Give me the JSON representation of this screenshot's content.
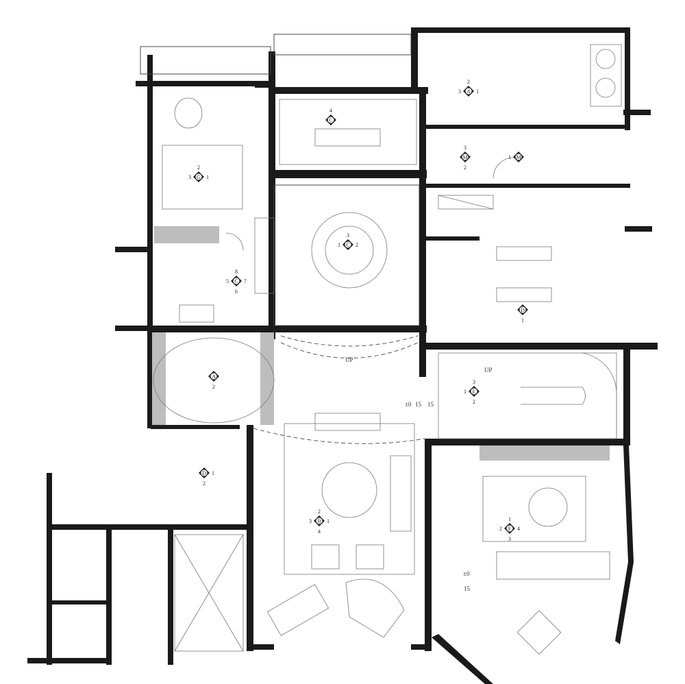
{
  "plan": {
    "markers": [
      {
        "letter": "G",
        "top": "2",
        "left": "3",
        "right": "1",
        "bottom": ""
      },
      {
        "letter": "C",
        "top": "4",
        "left": "",
        "right": "",
        "bottom": ""
      },
      {
        "letter": "A",
        "top": "2",
        "left": "3",
        "right": "1",
        "bottom": ""
      },
      {
        "letter": "M",
        "top": "3",
        "left": "",
        "right": "",
        "bottom": "2"
      },
      {
        "letter": "M",
        "top": "",
        "left": "1",
        "right": "",
        "bottom": ""
      },
      {
        "letter": "C",
        "top": "3",
        "left": "1",
        "right": "2",
        "bottom": ""
      },
      {
        "letter": "C",
        "top": "8",
        "left": "5",
        "right": "7",
        "bottom": "6"
      },
      {
        "letter": "D",
        "top": "",
        "left": "",
        "right": "",
        "bottom": "1"
      },
      {
        "letter": "A",
        "top": "",
        "left": "",
        "right": "",
        "bottom": "2"
      },
      {
        "letter": "E",
        "top": "3",
        "left": "1",
        "right": "",
        "bottom": "2"
      },
      {
        "letter": "D",
        "top": "",
        "left": "",
        "right": "1",
        "bottom": "2"
      },
      {
        "letter": "B",
        "top": "2",
        "left": "3",
        "right": "1",
        "bottom": "4"
      },
      {
        "letter": "F",
        "top": "1",
        "left": "2",
        "right": "4",
        "bottom": "3"
      }
    ],
    "labels": {
      "up_dining": "UP",
      "up_stair": "UP",
      "level_living": "±0",
      "step_living": "15",
      "level_hall": "±0",
      "step_hall_1": "15",
      "step_hall_2": "15"
    }
  }
}
